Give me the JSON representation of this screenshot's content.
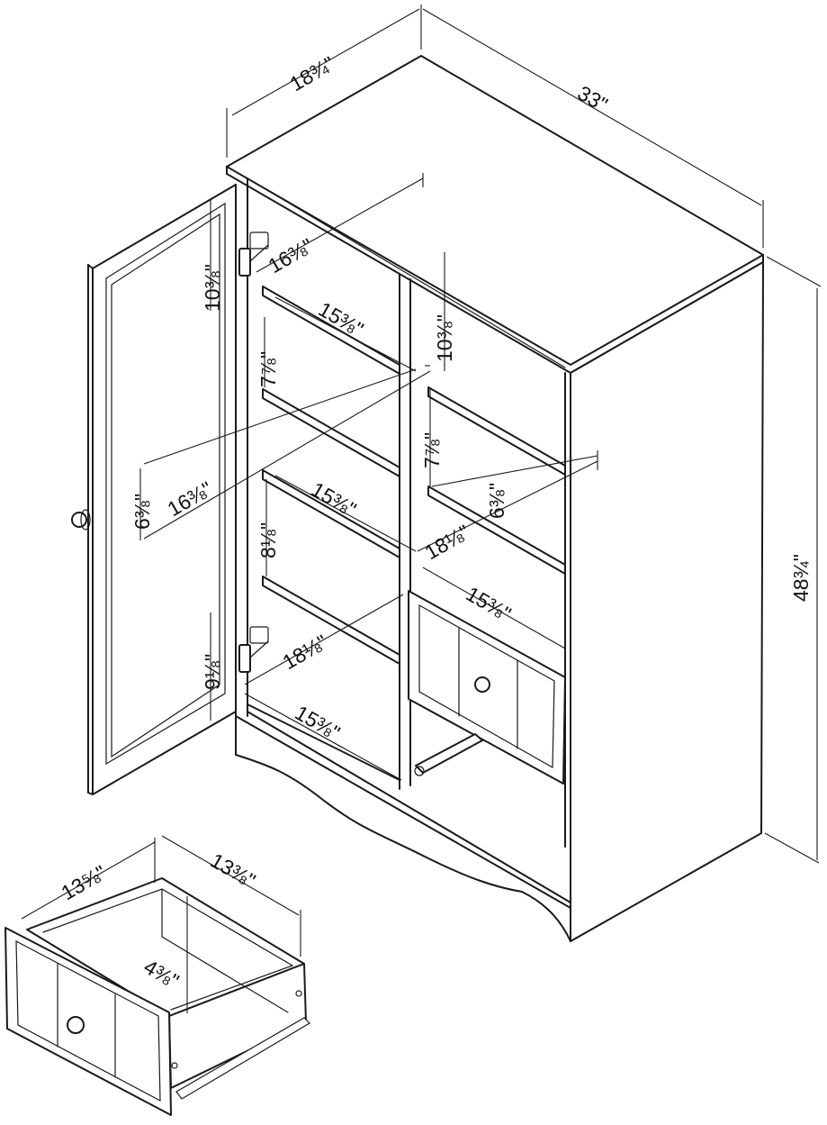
{
  "dimensions": {
    "cabinet_depth": "18¾\"",
    "cabinet_width": "33\"",
    "cabinet_height": "48¾\"",
    "door_shelf_top_height": "10⅜\"",
    "top_shelf_left_depth": "16⅜\"",
    "shelf_left_upper_width": "15⅜\"",
    "shelf_left_spacing_upper": "7⅞\"",
    "right_top_height": "10⅜\"",
    "left_mid_height": "6⅜\"",
    "mid_shelf_left_depth": "16⅜\"",
    "shelf_left_mid_width": "15⅜\"",
    "right_mid_spacing": "7⅞\"",
    "right_lower_height": "6⅜\"",
    "left_lower_spacing": "8⅛\"",
    "right_shelf_depth": "18⅛\"",
    "drawer_cavity_width": "15⅜\"",
    "bottom_left_height": "9⅛\"",
    "bottom_left_depth": "18⅛\"",
    "bottom_left_width": "15⅜\"",
    "drawer_depth": "13⅝\"",
    "drawer_width": "13⅜\"",
    "drawer_height": "4⅜\""
  }
}
